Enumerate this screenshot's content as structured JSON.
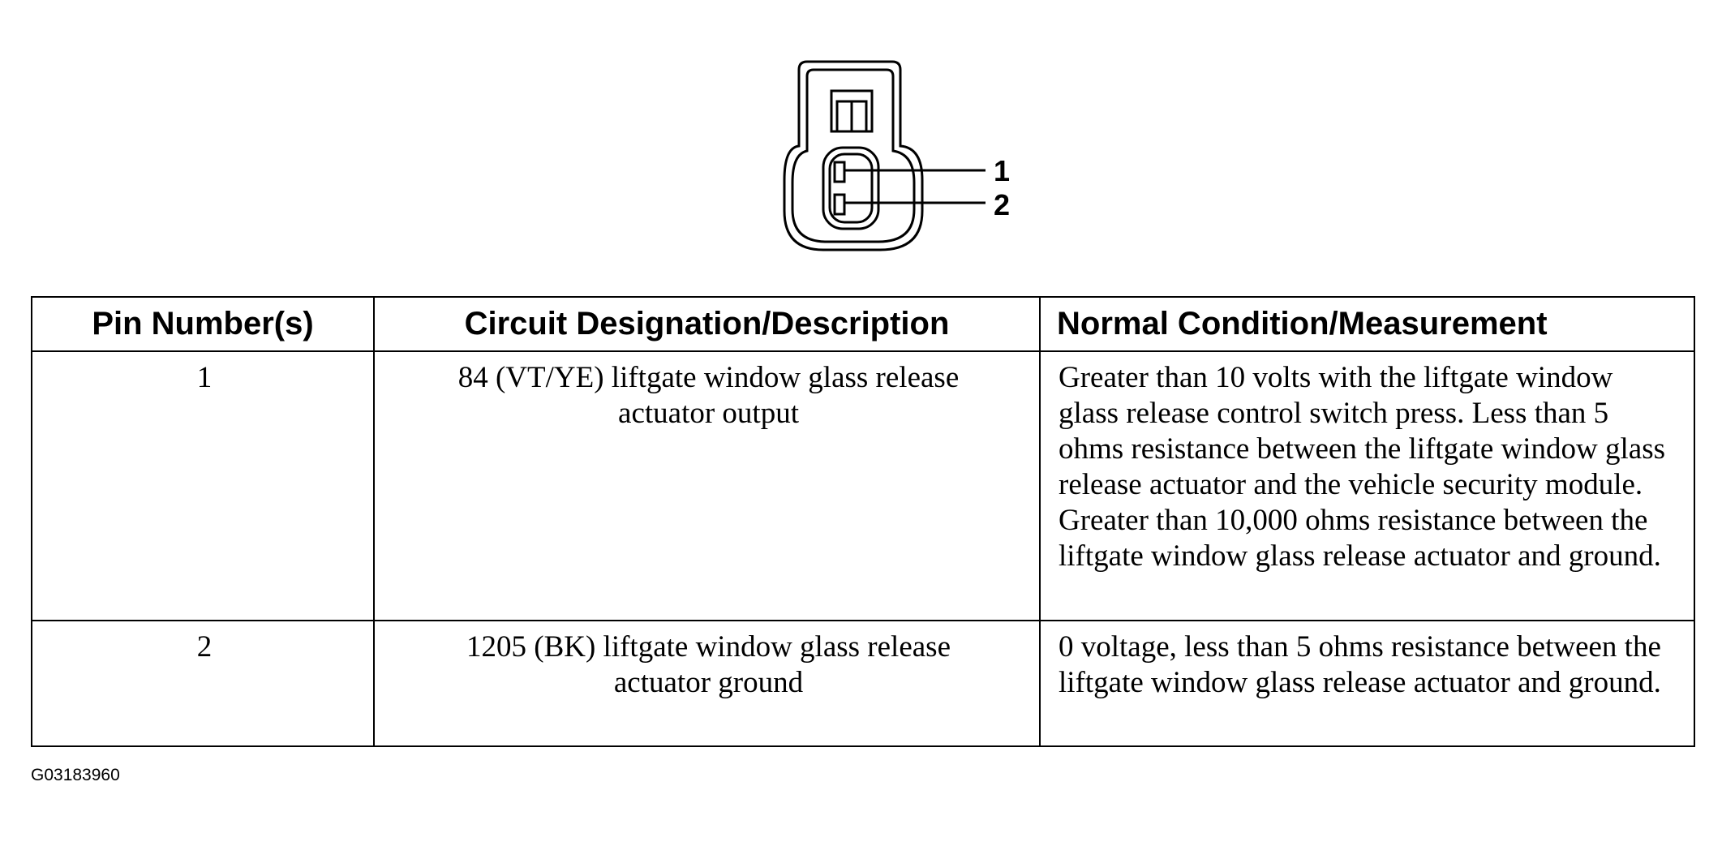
{
  "diagram": {
    "pin_labels": [
      "1",
      "2"
    ]
  },
  "table": {
    "headers": [
      "Pin Number(s)",
      "Circuit Designation/Description",
      "Normal Condition/Measurement"
    ],
    "rows": [
      {
        "pin": "1",
        "circuit": "84 (VT/YE) liftgate window glass release actuator output",
        "condition": "Greater than 10 volts with the liftgate window glass release control switch press. Less than 5 ohms resistance between the liftgate window glass release actuator and the vehicle security module. Greater than 10,000 ohms resistance between the  liftgate window glass release actuator and ground."
      },
      {
        "pin": "2",
        "circuit": "1205 (BK) liftgate window glass release actuator ground",
        "condition": "0 voltage, less than 5 ohms resistance between the liftgate window glass release actuator and ground."
      }
    ]
  },
  "figure_id": "G03183960"
}
